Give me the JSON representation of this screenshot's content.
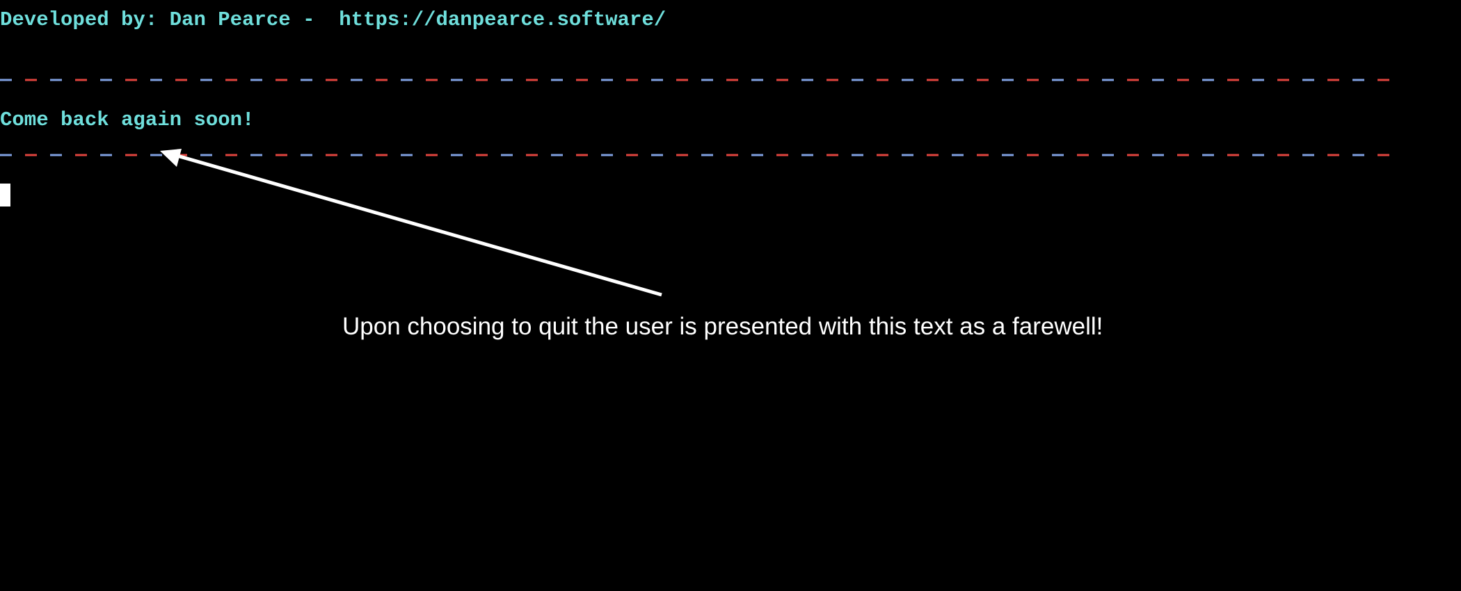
{
  "terminal": {
    "credit_line": "Developed by: Dan Pearce -  https://danpearce.software/",
    "farewell_message": "Come back again soon!",
    "text_color": "#6fdfdc",
    "divider_colors": [
      "#7fa0e0",
      "#e0443e"
    ],
    "cursor_color": "#ffffff"
  },
  "annotation": {
    "caption": "Upon choosing to quit the user is presented with this text as a farewell!",
    "color": "#ffffff"
  }
}
